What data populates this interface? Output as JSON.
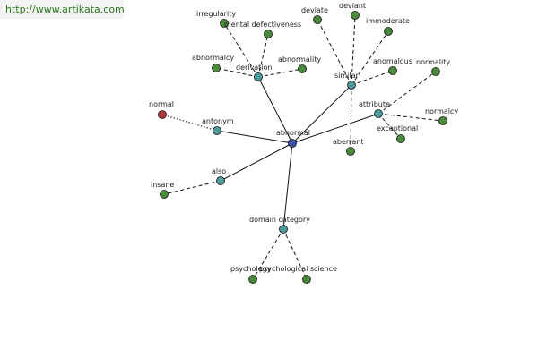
{
  "banner": {
    "url": "http://www.artikata.com"
  },
  "colors": {
    "center": "#3b4fa8",
    "relation": "#4d9a9a",
    "leaf": "#4a8a3c",
    "antonym": "#b03a3a"
  },
  "graph": {
    "center": {
      "label": "abnormal"
    },
    "relations": [
      {
        "id": "derivation",
        "label": "derivation"
      },
      {
        "id": "similar",
        "label": "similar"
      },
      {
        "id": "attribute",
        "label": "attribute"
      },
      {
        "id": "antonym",
        "label": "antonym"
      },
      {
        "id": "also",
        "label": "also"
      },
      {
        "id": "domain-category",
        "label": "domain category"
      }
    ],
    "terms": [
      {
        "id": "irregularity",
        "label": "irregularity",
        "relation": "derivation"
      },
      {
        "id": "mental-defectiveness",
        "label": "mental defectiveness",
        "relation": "derivation"
      },
      {
        "id": "abnormalcy",
        "label": "abnormalcy",
        "relation": "derivation"
      },
      {
        "id": "abnormality",
        "label": "abnormality",
        "relation": "derivation"
      },
      {
        "id": "deviate",
        "label": "deviate",
        "relation": "similar"
      },
      {
        "id": "deviant",
        "label": "deviant",
        "relation": "similar"
      },
      {
        "id": "immoderate",
        "label": "immoderate",
        "relation": "similar"
      },
      {
        "id": "anomalous",
        "label": "anomalous",
        "relation": "similar"
      },
      {
        "id": "aberrant",
        "label": "aberrant",
        "relation": "similar"
      },
      {
        "id": "normality",
        "label": "normality",
        "relation": "attribute"
      },
      {
        "id": "normalcy",
        "label": "normalcy",
        "relation": "attribute"
      },
      {
        "id": "exceptional",
        "label": "exceptional",
        "relation": "attribute"
      },
      {
        "id": "normal",
        "label": "normal",
        "relation": "antonym"
      },
      {
        "id": "insane",
        "label": "insane",
        "relation": "also"
      },
      {
        "id": "psychology",
        "label": "psychology",
        "relation": "domain-category"
      },
      {
        "id": "psychological-science",
        "label": "psychological science",
        "relation": "domain-category"
      }
    ]
  }
}
